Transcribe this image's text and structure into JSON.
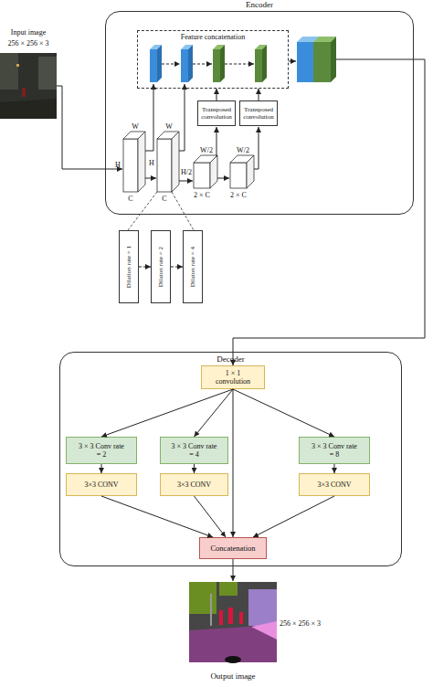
{
  "diagram": {
    "nodes": [
      {
        "text": [
          "Encoder"
        ]
      },
      {
        "text": [
          "Feature concatenation"
        ],
        "in": 0
      },
      {
        "text": [
          "Transposed convolution"
        ],
        "in": 0
      },
      {
        "text": [
          "Transposed convolution"
        ],
        "in": 0
      },
      {
        "text": [
          "Dilation rate = 1"
        ]
      },
      {
        "text": [
          "Dilaton rate = 2"
        ]
      },
      {
        "text": [
          "Dilaton rate = 4"
        ]
      },
      {
        "text": [
          "Decoder"
        ]
      },
      {
        "text": [
          "1 × 1 convolution"
        ],
        "in": 7
      },
      {
        "text": [
          "3 × 3 Conv rate = 2"
        ],
        "in": 7
      },
      {
        "text": [
          "3 × 3 Conv rate = 4"
        ],
        "in": 7
      },
      {
        "text": [
          "3 × 3 Conv rate = 8"
        ],
        "in": 7
      },
      {
        "text": [
          "3×3 CONV"
        ],
        "in": 7
      },
      {
        "text": [
          "3×3 CONV"
        ],
        "in": 7
      },
      {
        "text": [
          "3×3 CONV"
        ],
        "in": 7
      },
      {
        "text": [
          "Concatenation"
        ],
        "in": 7
      }
    ],
    "edges": [
      {
        "from": 2,
        "to": 1,
        "arrow": "to"
      },
      {
        "from": 3,
        "to": 1,
        "arrow": "to"
      },
      {
        "from": 4,
        "to": 5,
        "arrow": "to"
      },
      {
        "from": 5,
        "to": 6,
        "arrow": "to"
      },
      {
        "from": 0,
        "to": 8,
        "arrow": "to"
      },
      {
        "from": 8,
        "to": 9,
        "arrow": "to"
      },
      {
        "from": 8,
        "to": 10,
        "arrow": "to"
      },
      {
        "from": 8,
        "to": 11,
        "arrow": "to"
      },
      {
        "from": 8,
        "to": 15,
        "arrow": "to"
      },
      {
        "from": 9,
        "to": 12,
        "arrow": "to"
      },
      {
        "from": 10,
        "to": 13,
        "arrow": "to"
      },
      {
        "from": 11,
        "to": 14,
        "arrow": "to"
      },
      {
        "from": 12,
        "to": 15,
        "arrow": "to"
      },
      {
        "from": 13,
        "to": 15,
        "arrow": "to"
      },
      {
        "from": 14,
        "to": 15,
        "arrow": "to"
      }
    ],
    "labels": [
      "Input image",
      "256 × 256 × 3",
      "W",
      "H",
      "C",
      "W",
      "H",
      "C",
      "W/2",
      "H/2",
      "2 × C",
      "W/2",
      "2 × C",
      "256 × 256 × 3",
      "Output image"
    ]
  }
}
